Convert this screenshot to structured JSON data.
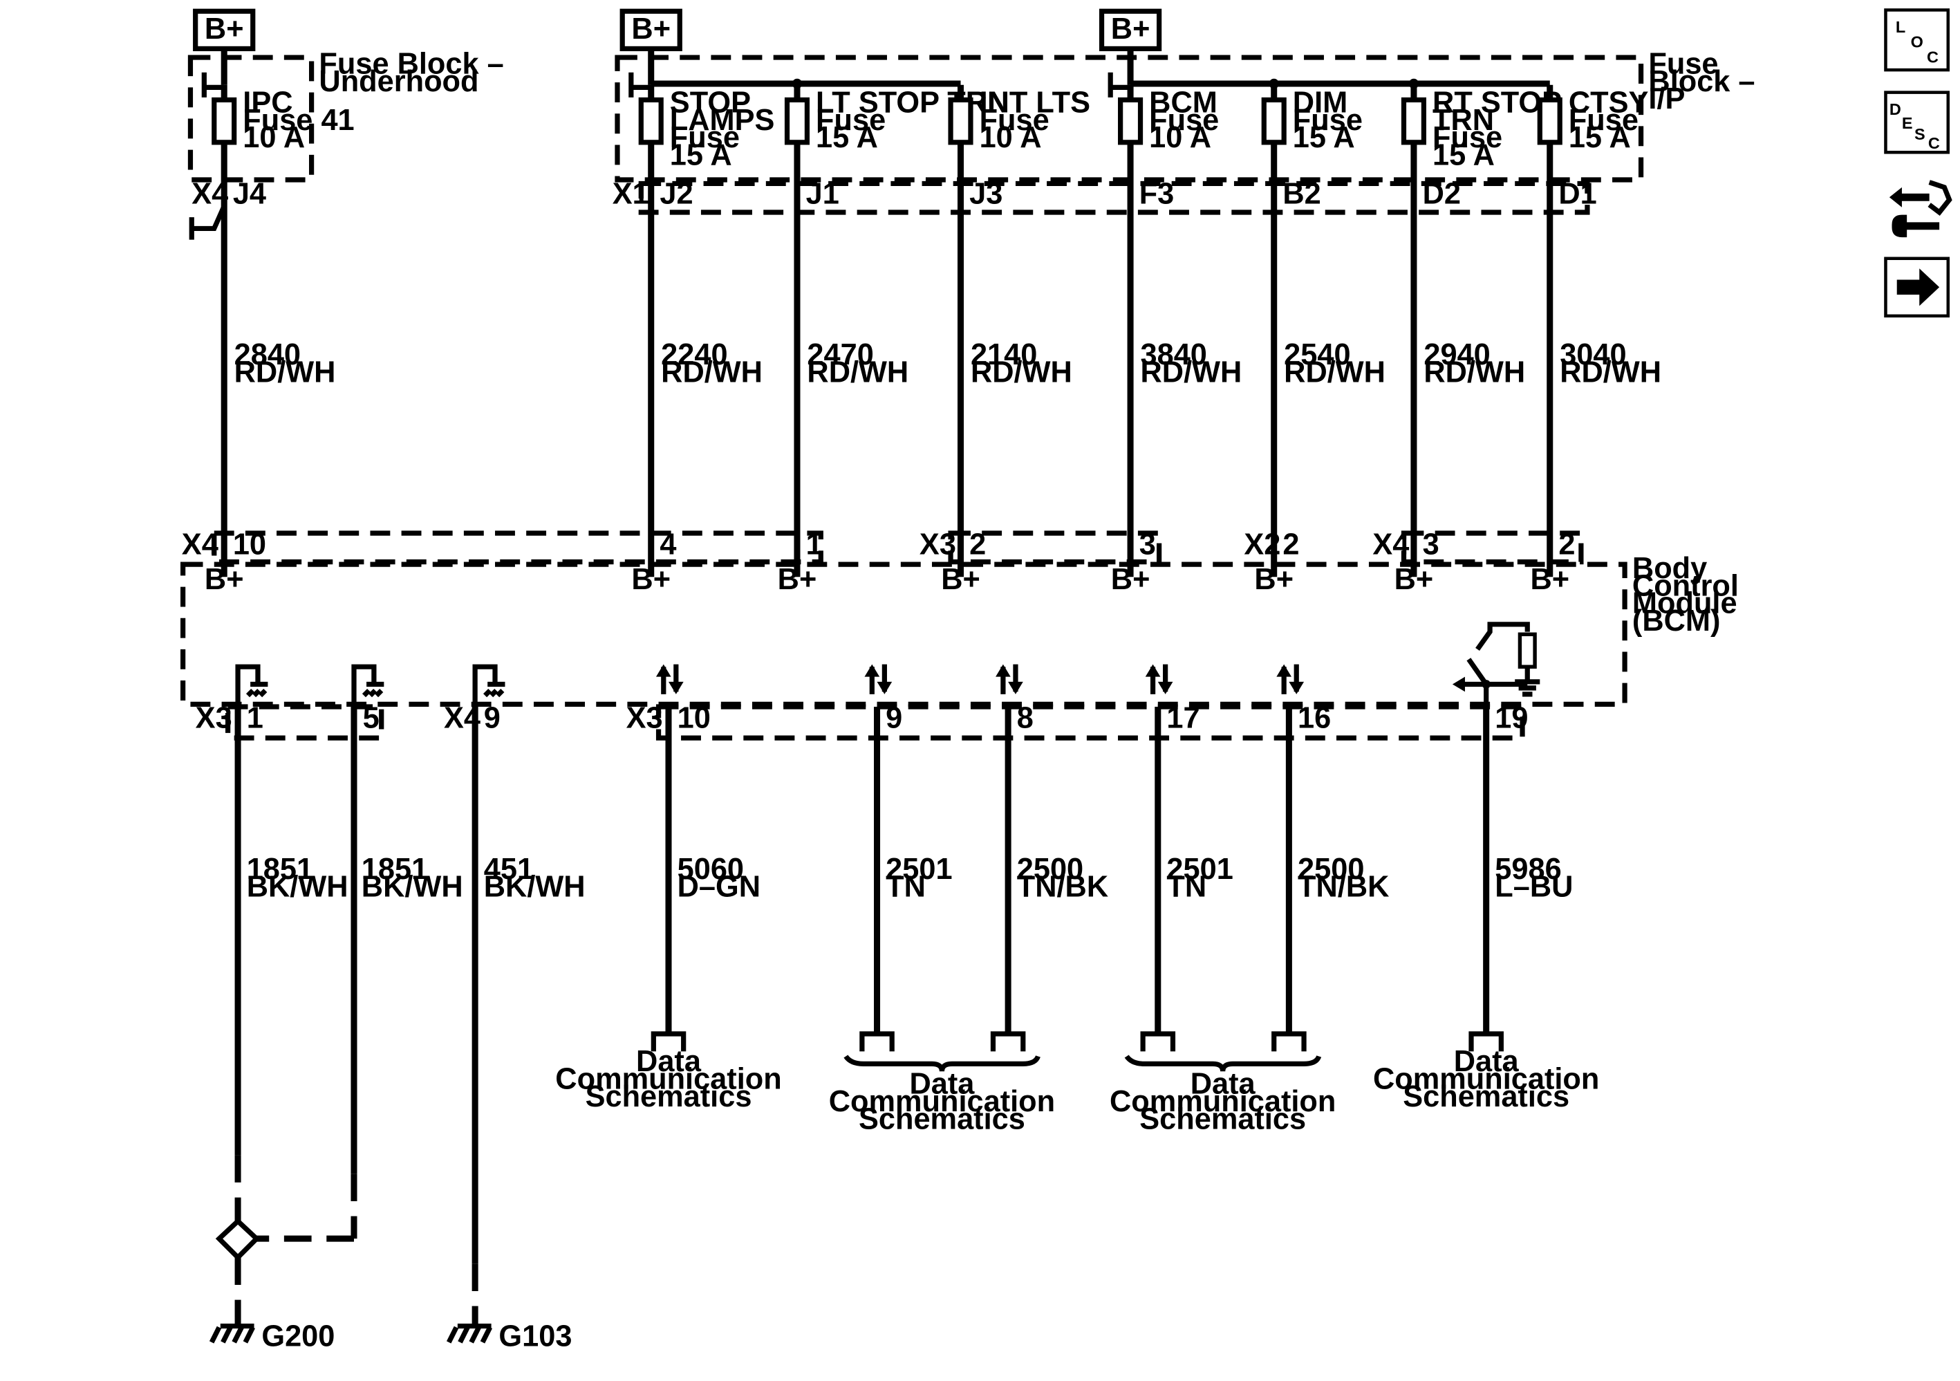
{
  "supplies": [
    {
      "label": "B+"
    },
    {
      "label": "B+"
    },
    {
      "label": "B+"
    }
  ],
  "fuse_block_underhood": {
    "label_lines": [
      "Fuse Block –",
      "Underhood"
    ],
    "connector": "X4"
  },
  "fuse_block_ip": {
    "label_lines": [
      "Fuse",
      "Block –",
      "I/P"
    ],
    "connector": "X1"
  },
  "fuses": [
    {
      "lines": [
        "IPC",
        "Fuse 41",
        "10 A"
      ],
      "pin": "J4"
    },
    {
      "lines": [
        "STOP",
        "LAMPS",
        "Fuse",
        "15 A"
      ],
      "pin": "J2"
    },
    {
      "lines": [
        "LT STOP TRN",
        "Fuse",
        "15 A"
      ],
      "pin": "J1"
    },
    {
      "lines": [
        "INT LTS",
        "Fuse",
        "10 A"
      ],
      "pin": "J3"
    },
    {
      "lines": [
        "BCM",
        "Fuse",
        "10 A"
      ],
      "pin": "F3"
    },
    {
      "lines": [
        "DIM",
        "Fuse",
        "15 A"
      ],
      "pin": "B2"
    },
    {
      "lines": [
        "RT STOP",
        "TRN",
        "Fuse",
        "15 A"
      ],
      "pin": "D2"
    },
    {
      "lines": [
        "CTSY",
        "Fuse",
        "15 A"
      ],
      "pin": "D1"
    }
  ],
  "upper_wires": [
    {
      "circuit": "2840",
      "color": "RD/WH"
    },
    {
      "circuit": "2240",
      "color": "RD/WH"
    },
    {
      "circuit": "2470",
      "color": "RD/WH"
    },
    {
      "circuit": "2140",
      "color": "RD/WH"
    },
    {
      "circuit": "3840",
      "color": "RD/WH"
    },
    {
      "circuit": "2540",
      "color": "RD/WH"
    },
    {
      "circuit": "2940",
      "color": "RD/WH"
    },
    {
      "circuit": "3040",
      "color": "RD/WH"
    }
  ],
  "bcm": {
    "label_lines": [
      "Body",
      "Control",
      "Module",
      "(BCM)"
    ],
    "top_connectors": [
      "X4",
      "X3",
      "X2",
      "X4"
    ],
    "top_pins": [
      "10",
      "4",
      "1",
      "2",
      "3",
      "2",
      "3",
      "2"
    ],
    "bplus_label": "B+",
    "bottom_connectors": [
      "X3",
      "X4",
      "X3"
    ],
    "bottom_pins": [
      "1",
      "5",
      "9",
      "10",
      "9",
      "8",
      "17",
      "16",
      "19"
    ]
  },
  "lower_wires": [
    {
      "circuit": "1851",
      "color": "BK/WH"
    },
    {
      "circuit": "1851",
      "color": "BK/WH"
    },
    {
      "circuit": "451",
      "color": "BK/WH"
    },
    {
      "circuit": "5060",
      "color": "D–GN"
    },
    {
      "circuit": "2501",
      "color": "TN"
    },
    {
      "circuit": "2500",
      "color": "TN/BK"
    },
    {
      "circuit": "2501",
      "color": "TN"
    },
    {
      "circuit": "2500",
      "color": "TN/BK"
    },
    {
      "circuit": "5986",
      "color": "L–BU"
    }
  ],
  "data_comm_refs": [
    {
      "lines": [
        "Data",
        "Communication",
        "Schematics"
      ]
    },
    {
      "lines": [
        "Data",
        "Communication",
        "Schematics"
      ]
    },
    {
      "lines": [
        "Data",
        "Communication",
        "Schematics"
      ]
    },
    {
      "lines": [
        "Data",
        "Communication",
        "Schematics"
      ]
    }
  ],
  "grounds": [
    {
      "label": "G200"
    },
    {
      "label": "G103"
    }
  ],
  "side_icons": [
    {
      "name": "loc-icon",
      "letters": [
        "L",
        "O",
        "C"
      ]
    },
    {
      "name": "desc-icon",
      "letters": [
        "D",
        "E",
        "S",
        "C"
      ]
    },
    {
      "name": "connector-tool-icon"
    },
    {
      "name": "next-arrow-icon"
    }
  ]
}
